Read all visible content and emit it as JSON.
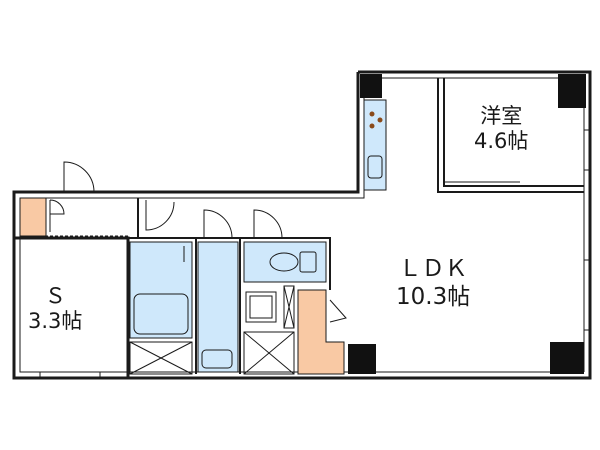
{
  "plan": {
    "rooms": {
      "yoshitsu": {
        "name": "洋室",
        "size": "4.6帖"
      },
      "ldk": {
        "name": "ＬＤＫ",
        "size": "10.3帖"
      },
      "storage": {
        "name": "Ｓ",
        "size": "3.3帖"
      }
    },
    "colors": {
      "wall": "#1a1a1a",
      "fixture_blue": "#cfe8fb",
      "fixture_orange": "#f9c9a4",
      "column": "#111111"
    }
  }
}
